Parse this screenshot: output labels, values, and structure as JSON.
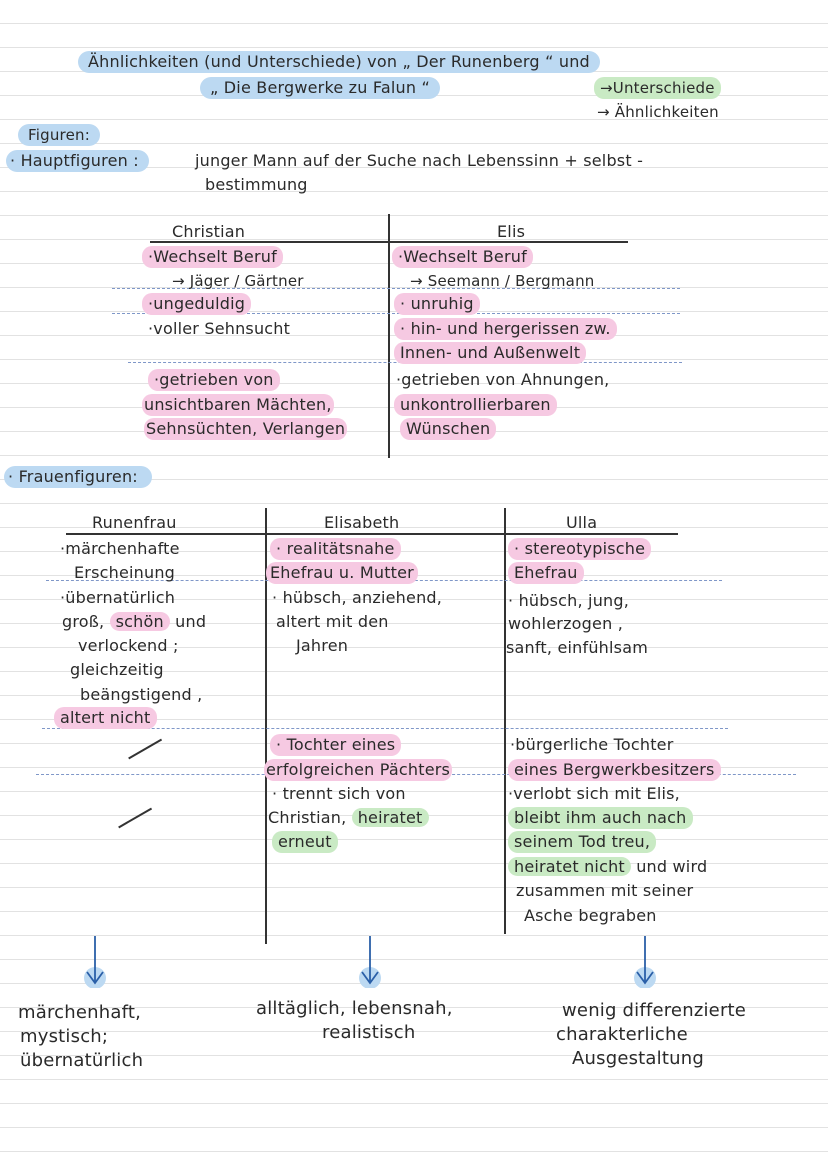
{
  "header": {
    "title_line1": "Ähnlichkeiten (und Unterschiede) von „ Der Runenberg “ und",
    "title_line2": "„ Die Bergwerke zu Falun “",
    "legend_differences": "→Unterschiede",
    "legend_similarities": "→ Ähnlichkeiten"
  },
  "figures": {
    "heading": "Figuren:",
    "main_label": "· Hauptfiguren :",
    "main_desc_line1": "junger Mann auf der Suche nach Lebenssinn + selbst -",
    "main_desc_line2": "bestimmung"
  },
  "table1": {
    "col1_header": "Christian",
    "col2_header": "Elis",
    "christian": {
      "beruf": "·Wechselt Beruf",
      "beruf_detail": "→ Jäger / Gärtner",
      "ungeduldig": "·ungeduldig",
      "sehnsucht": "·voller Sehnsucht",
      "getrieben_1": "·getrieben von",
      "getrieben_2": "unsichtbaren Mächten,",
      "getrieben_3": "Sehnsüchten, Verlangen"
    },
    "elis": {
      "beruf": "·Wechselt Beruf",
      "beruf_detail": "→ Seemann / Bergmann",
      "unruhig": "· unruhig",
      "hin_1": "· hin- und hergerissen zw.",
      "hin_2": "Innen- und Außenwelt",
      "getrieben_1": "·getrieben von Ahnungen,",
      "getrieben_2": "unkontrollierbaren",
      "getrieben_3": "Wünschen"
    }
  },
  "women": {
    "heading": "· Frauenfiguren:",
    "col1_header": "Runenfrau",
    "col2_header": "Elisabeth",
    "col3_header": "Ulla",
    "runenfrau": {
      "a1": "·märchenhafte",
      "a2": "Erscheinung",
      "b1": "·übernatürlich",
      "b2a": "groß,",
      "b2b": "schön",
      "b2c": "und",
      "b3": "verlockend ;",
      "b4": "gleichzeitig",
      "b5": "beängstigend ,",
      "b6": "altert nicht"
    },
    "elisabeth": {
      "a1": "· realitätsnahe",
      "a2": "Ehefrau u. Mutter",
      "b1": "· hübsch, anziehend,",
      "b2": "altert mit den",
      "b3": "Jahren",
      "c1": "· Tochter eines",
      "c2": "erfolgreichen Pächters",
      "d1": "· trennt sich von",
      "d2a": "Christian,",
      "d2b": "heiratet",
      "d3": "erneut"
    },
    "ulla": {
      "a1": "· stereotypische",
      "a2": "Ehefrau",
      "b1": "· hübsch, jung,",
      "b2": "wohlerzogen ,",
      "b3": "sanft, einfühlsam",
      "c1": "·bürgerliche Tochter",
      "c2": "eines Bergwerkbesitzers",
      "d1": "·verlobt sich mit Elis,",
      "d2": "bleibt ihm auch nach",
      "d3": "seinem Tod treu,",
      "d4a": "heiratet nicht",
      "d4b": "und wird",
      "d5": "zusammen mit seiner",
      "d6": "Asche begraben"
    }
  },
  "conclusions": {
    "c1_l1": "märchenhaft,",
    "c1_l2": "mystisch;",
    "c1_l3": "übernatürlich",
    "c2_l1": "alltäglich, lebensnah,",
    "c2_l2": "realistisch",
    "c3_l1": "wenig differenzierte",
    "c3_l2": "charakterliche",
    "c3_l3": "Ausgestaltung"
  },
  "colors": {
    "blue_highlight": "#bcd9f2",
    "pink_highlight": "#f6c9e2",
    "green_highlight": "#c9eac4",
    "ink": "#2a2a2a"
  }
}
